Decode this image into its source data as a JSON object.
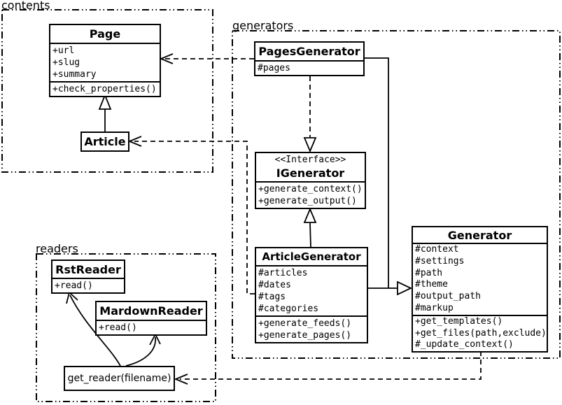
{
  "packages": {
    "contents": {
      "label": "contents"
    },
    "generators": {
      "label": "generators"
    },
    "readers": {
      "label": "readers"
    }
  },
  "classes": {
    "page": {
      "title": "Page",
      "attributes": [
        "+url",
        "+slug",
        "+summary"
      ],
      "methods": [
        "+check_properties()"
      ]
    },
    "article": {
      "title": "Article"
    },
    "pages_generator": {
      "title": "PagesGenerator",
      "attributes": [
        "#pages"
      ]
    },
    "igenerator": {
      "stereotype": "<<Interface>>",
      "title": "IGenerator",
      "methods": [
        "+generate_context()",
        "+generate_output()"
      ]
    },
    "article_generator": {
      "title": "ArticleGenerator",
      "attributes": [
        "#articles",
        "#dates",
        "#tags",
        "#categories"
      ],
      "methods": [
        "+generate_feeds()",
        "+generate_pages()"
      ]
    },
    "generator": {
      "title": "Generator",
      "attributes": [
        "#context",
        "#settings",
        "#path",
        "#theme",
        "#output_path",
        "#markup"
      ],
      "methods": [
        "+get_templates()",
        "+get_files(path,exclude)",
        "#_update_context()"
      ]
    },
    "rst_reader": {
      "title": "RstReader",
      "methods": [
        "+read()"
      ]
    },
    "mardown_reader": {
      "title": "MardownReader",
      "methods": [
        "+read()"
      ]
    },
    "get_reader": {
      "label": "get_reader(filename)"
    }
  },
  "relationships": [
    {
      "from": "Article",
      "to": "Page",
      "type": "inheritance"
    },
    {
      "from": "PagesGenerator",
      "to": "Page",
      "type": "dependency"
    },
    {
      "from": "ArticleGenerator",
      "to": "Article",
      "type": "dependency"
    },
    {
      "from": "PagesGenerator",
      "to": "IGenerator",
      "type": "realization"
    },
    {
      "from": "ArticleGenerator",
      "to": "IGenerator",
      "type": "realization"
    },
    {
      "from": "PagesGenerator",
      "to": "Generator",
      "type": "inheritance"
    },
    {
      "from": "ArticleGenerator",
      "to": "Generator",
      "type": "inheritance"
    },
    {
      "from": "Generator",
      "to": "get_reader(filename)",
      "type": "dependency"
    },
    {
      "from": "get_reader(filename)",
      "to": "RstReader",
      "type": "call"
    },
    {
      "from": "get_reader(filename)",
      "to": "MardownReader",
      "type": "call"
    }
  ],
  "colors": {
    "line": "#000000",
    "background": "#ffffff",
    "box_fill": "#ffffff"
  }
}
